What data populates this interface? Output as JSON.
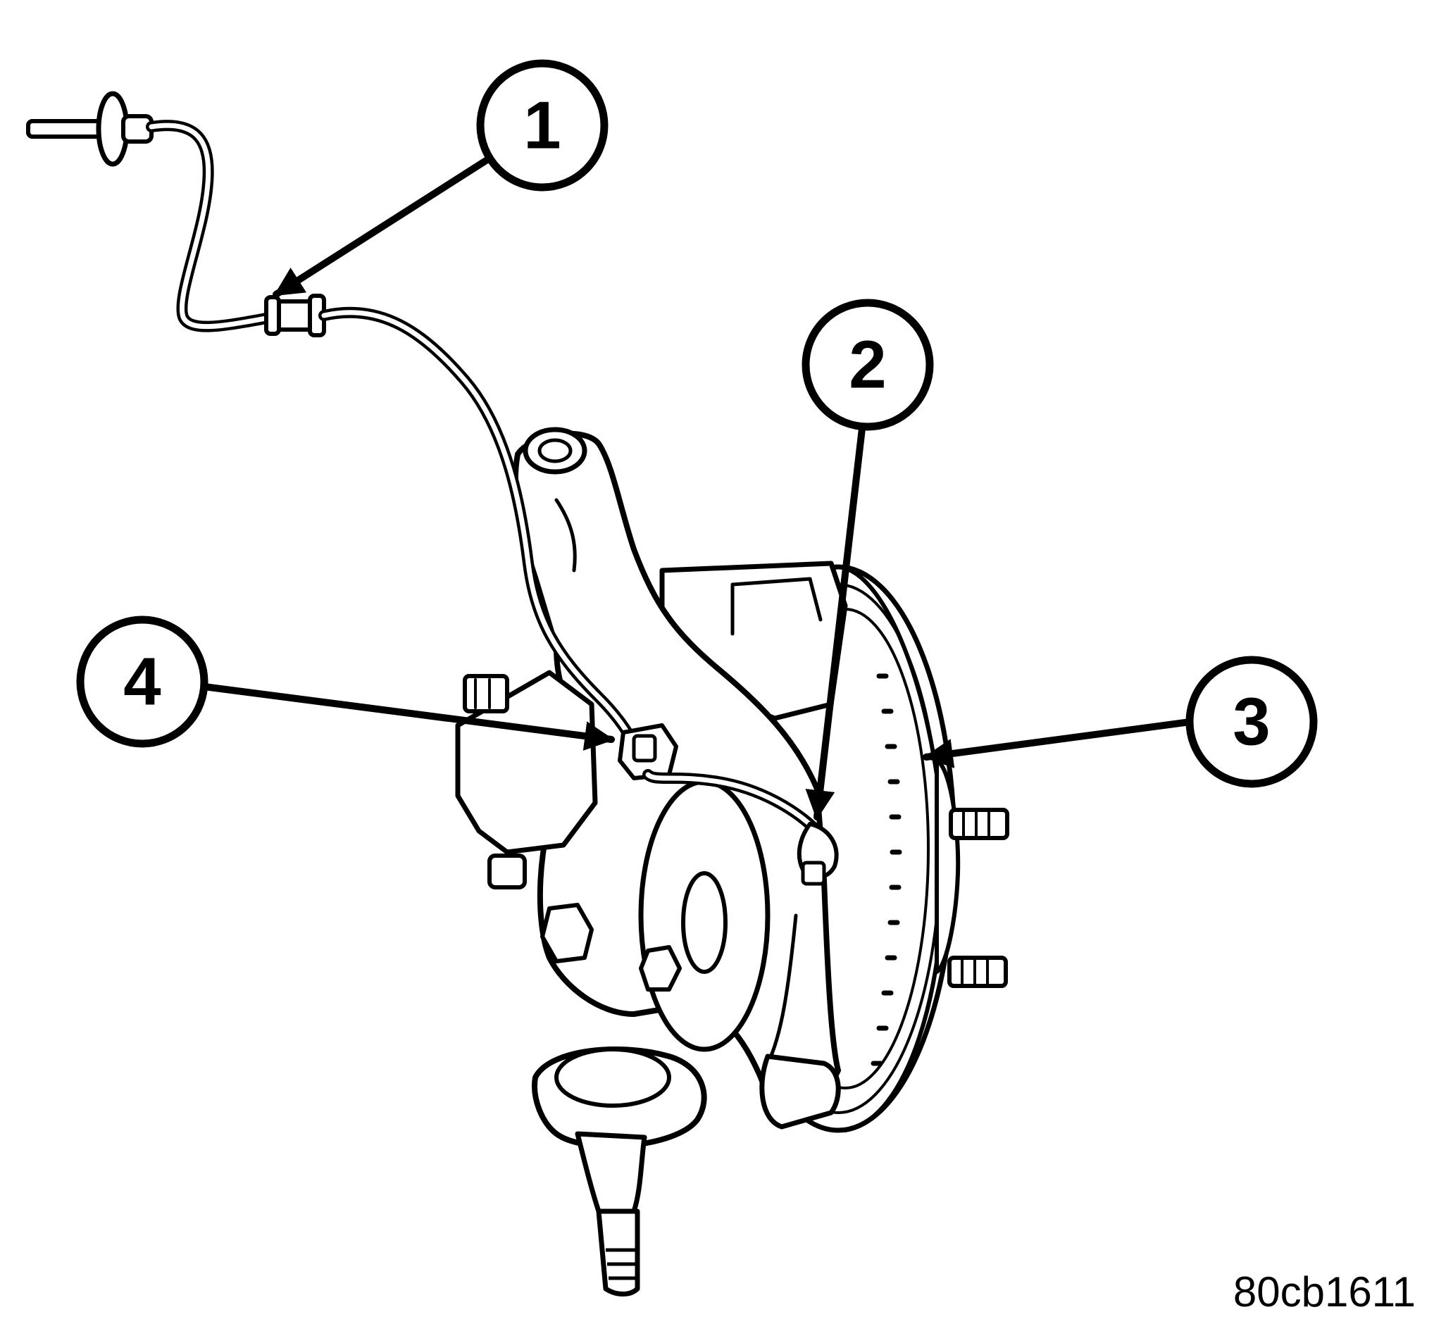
{
  "callouts": [
    {
      "id": "1",
      "label": "1"
    },
    {
      "id": "2",
      "label": "2"
    },
    {
      "id": "3",
      "label": "3"
    },
    {
      "id": "4",
      "label": "4"
    }
  ],
  "figure_code": "80cb1611"
}
